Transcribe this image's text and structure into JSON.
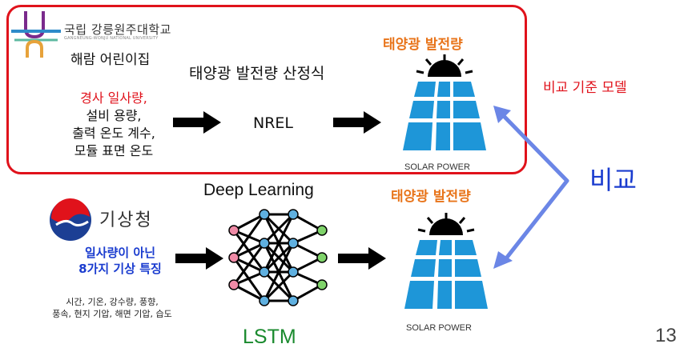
{
  "university": {
    "name": "국립 강릉원주대학교",
    "name_en": "GANGNEUNG-WONJU NATIONAL UNIVERSITY"
  },
  "site": "해람 어린이집",
  "formula_title": "태양광 발전량 산정식",
  "inputs": {
    "line1": "경사 일사량,",
    "line2": "설비 용량,",
    "line3": "출력 온도 계수,",
    "line4": "모듈 표면 온도"
  },
  "model_top": "NREL",
  "output_label_top": "태양광 발전량",
  "output_label_bottom": "태양광 발전량",
  "solar_power_top": "SOLAR POWER",
  "solar_power_bottom": "SOLAR POWER",
  "baseline_label": "비교 기준 모델",
  "compare_label": "비교",
  "kma": "기상청",
  "features_title_1": "일사량이 아닌",
  "features_title_2": "8가지 기상 특징",
  "features_line1": "시간, 기온, 강수량, 풍향,",
  "features_line2": "풍속, 현지 기압, 해면 기압, 습도",
  "deep_learning": "Deep Learning",
  "model_bottom": "LSTM",
  "page_number": "13",
  "colors": {
    "red": "#e0121b",
    "orange": "#e8741a",
    "blue": "#1a3ccf",
    "arrow_blue": "#6b86e6",
    "green": "#1a8a2e"
  }
}
